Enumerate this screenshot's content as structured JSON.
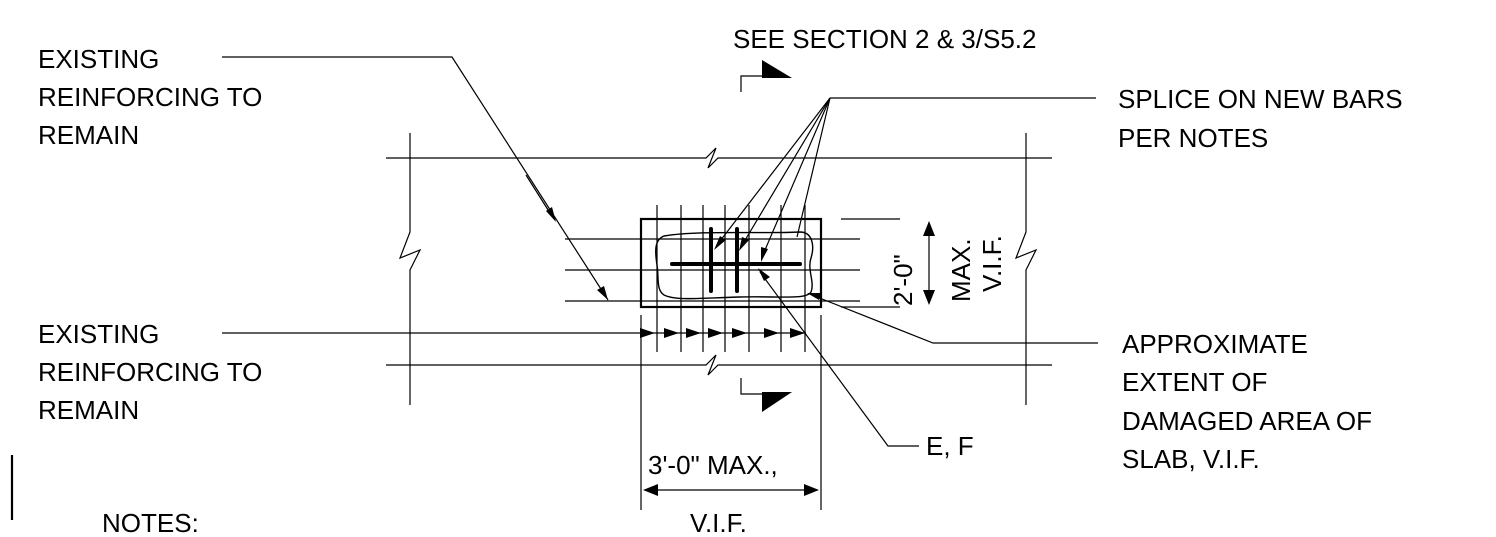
{
  "labels": {
    "section_ref": "SEE SECTION 2 & 3/S5.2",
    "existing_top_1": "EXISTING",
    "existing_top_2": "REINFORCING TO",
    "existing_top_3": "REMAIN",
    "existing_bot_1": "EXISTING",
    "existing_bot_2": "REINFORCING TO",
    "existing_bot_3": "REMAIN",
    "splice_1": "SPLICE ON NEW BARS",
    "splice_2": "PER NOTES",
    "approx_1": "APPROXIMATE",
    "approx_2": "EXTENT OF",
    "approx_3": "DAMAGED AREA OF",
    "approx_4": "SLAB, V.I.F.",
    "ef": "E, F",
    "notes": "NOTES:"
  },
  "dimensions": {
    "height_value": "2'-0\"",
    "height_max": "MAX.",
    "height_vif": "V.I.F.",
    "width_value": "3'-0\" MAX.,",
    "width_vif": "V.I.F."
  },
  "colors": {
    "ink": "#000000",
    "paper": "#ffffff"
  }
}
